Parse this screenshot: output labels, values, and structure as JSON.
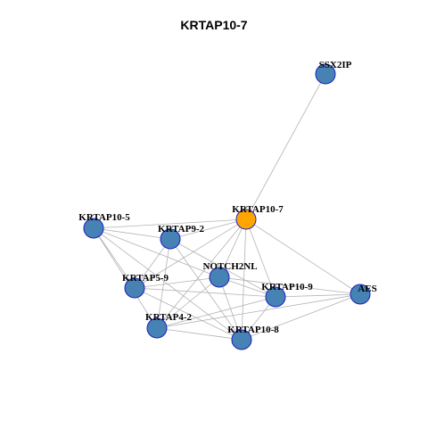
{
  "title": "KRTAP10-7",
  "colors": {
    "center_node": "#FFA500",
    "neighbor_node": "#4682B4",
    "node_border": "#1F1FBF",
    "edge": "#B3B3B3"
  },
  "nodes": [
    {
      "id": "KRTAP10-7",
      "label": "KRTAP10-7",
      "role": "center"
    },
    {
      "id": "SSX2IP",
      "label": "SSX2IP",
      "role": "neighbor"
    },
    {
      "id": "KRTAP10-5",
      "label": "KRTAP10-5",
      "role": "neighbor"
    },
    {
      "id": "KRTAP9-2",
      "label": "KRTAP9-2",
      "role": "neighbor"
    },
    {
      "id": "NOTCH2NL",
      "label": "NOTCH2NL",
      "role": "neighbor"
    },
    {
      "id": "KRTAP5-9",
      "label": "KRTAP5-9",
      "role": "neighbor"
    },
    {
      "id": "KRTAP10-9",
      "label": "KRTAP10-9",
      "role": "neighbor"
    },
    {
      "id": "AES",
      "label": "AES",
      "role": "neighbor"
    },
    {
      "id": "KRTAP4-2",
      "label": "KRTAP4-2",
      "role": "neighbor"
    },
    {
      "id": "KRTAP10-8",
      "label": "KRTAP10-8",
      "role": "neighbor"
    }
  ],
  "edges": [
    [
      "SSX2IP",
      "KRTAP10-7"
    ],
    [
      "KRTAP10-7",
      "KRTAP10-5"
    ],
    [
      "KRTAP10-7",
      "KRTAP9-2"
    ],
    [
      "KRTAP10-7",
      "NOTCH2NL"
    ],
    [
      "KRTAP10-7",
      "KRTAP5-9"
    ],
    [
      "KRTAP10-7",
      "KRTAP10-9"
    ],
    [
      "KRTAP10-7",
      "AES"
    ],
    [
      "KRTAP10-7",
      "KRTAP4-2"
    ],
    [
      "KRTAP10-7",
      "KRTAP10-8"
    ],
    [
      "KRTAP10-5",
      "KRTAP9-2"
    ],
    [
      "KRTAP10-5",
      "NOTCH2NL"
    ],
    [
      "KRTAP10-5",
      "KRTAP5-9"
    ],
    [
      "KRTAP10-5",
      "KRTAP4-2"
    ],
    [
      "KRTAP10-5",
      "KRTAP10-8"
    ],
    [
      "KRTAP9-2",
      "KRTAP5-9"
    ],
    [
      "KRTAP9-2",
      "KRTAP4-2"
    ],
    [
      "KRTAP9-2",
      "KRTAP10-9"
    ],
    [
      "KRTAP9-2",
      "KRTAP10-8"
    ],
    [
      "NOTCH2NL",
      "KRTAP5-9"
    ],
    [
      "NOTCH2NL",
      "KRTAP10-9"
    ],
    [
      "NOTCH2NL",
      "AES"
    ],
    [
      "NOTCH2NL",
      "KRTAP4-2"
    ],
    [
      "NOTCH2NL",
      "KRTAP10-8"
    ],
    [
      "KRTAP5-9",
      "KRTAP10-9"
    ],
    [
      "KRTAP5-9",
      "KRTAP10-8"
    ],
    [
      "KRTAP10-9",
      "AES"
    ],
    [
      "KRTAP10-9",
      "KRTAP4-2"
    ],
    [
      "KRTAP10-9",
      "KRTAP10-8"
    ],
    [
      "KRTAP4-2",
      "KRTAP10-8"
    ],
    [
      "KRTAP4-2",
      "AES"
    ],
    [
      "KRTAP10-8",
      "AES"
    ]
  ]
}
